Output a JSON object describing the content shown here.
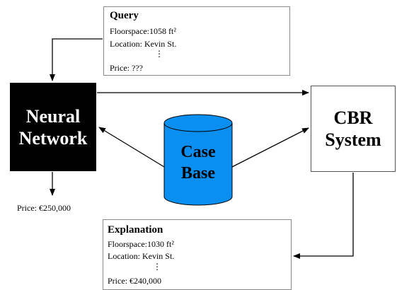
{
  "query": {
    "title": "Query",
    "lines": [
      "Floorspace:1058 ft²",
      "Location: Kevin St.",
      "⋮",
      "Price: ???"
    ]
  },
  "explanation": {
    "title": "Explanation",
    "lines": [
      "Floorspace:1030 ft²",
      "Location: Kevin St.",
      "⋮",
      "Price: €240,000"
    ]
  },
  "neural_network": {
    "line1": "Neural",
    "line2": "Network"
  },
  "cbr_system": {
    "line1": "CBR",
    "line2": "System"
  },
  "case_base": {
    "line1": "Case",
    "line2": "Base"
  },
  "nn_output": "Price: €250,000",
  "colors": {
    "accent_blue": "#0a8ff0",
    "nn_fill": "#000000",
    "arrow": "#000000"
  },
  "icons": [
    "house-icon",
    "house-icon",
    "database-icon"
  ]
}
